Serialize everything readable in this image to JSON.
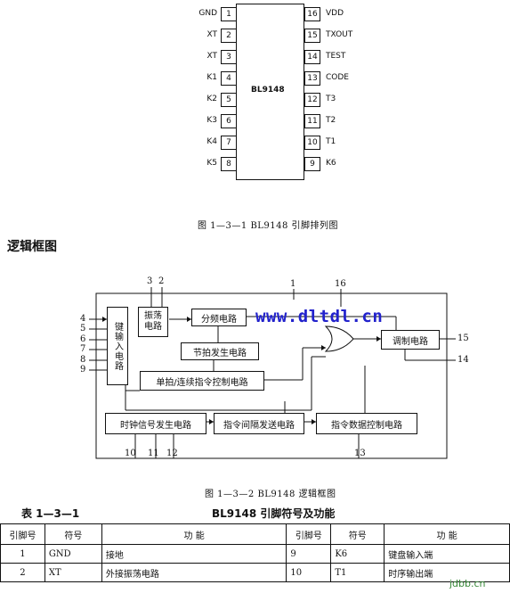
{
  "ic": {
    "name": "BL9148",
    "left_pins": [
      {
        "label": "GND",
        "num": "1"
      },
      {
        "label": "XT",
        "num": "2"
      },
      {
        "label": "XT",
        "num": "3"
      },
      {
        "label": "K1",
        "num": "4"
      },
      {
        "label": "K2",
        "num": "5"
      },
      {
        "label": "K3",
        "num": "6"
      },
      {
        "label": "K4",
        "num": "7"
      },
      {
        "label": "K5",
        "num": "8"
      }
    ],
    "right_pins": [
      {
        "label": "VDD",
        "num": "16"
      },
      {
        "label": "TXOUT",
        "num": "15"
      },
      {
        "label": "TEST",
        "num": "14"
      },
      {
        "label": "CODE",
        "num": "13"
      },
      {
        "label": "T3",
        "num": "12"
      },
      {
        "label": "T2",
        "num": "11"
      },
      {
        "label": "T1",
        "num": "10"
      },
      {
        "label": "K6",
        "num": "9"
      }
    ]
  },
  "caption1": "图 1—3—1 BL9148 引脚排列图",
  "section_heading": "逻辑框图",
  "block": {
    "key_input": "键输入电路",
    "oscillator": "振荡电路",
    "divider": "分频电路",
    "beat_gen": "节拍发生电路",
    "single_cont": "单拍/连续指令控制电路",
    "modulator": "调制电路",
    "clock_gen": "时钟信号发生电路",
    "interval_send": "指令间隔发送电路",
    "data_ctrl": "指令数据控制电路",
    "url": "www.dltdl.cn",
    "pin_nums": {
      "p1": "1",
      "p2": "2",
      "p3": "3",
      "p16": "16",
      "p4": "4",
      "p5": "5",
      "p6": "6",
      "p7": "7",
      "p8": "8",
      "p9": "9",
      "p15": "15",
      "p14": "14",
      "p10": "10",
      "p11": "11",
      "p12": "12",
      "p13": "13"
    }
  },
  "caption2": "图 1—3—2 BL9148 逻辑框图",
  "table_label": "表 1—3—1",
  "table_title": "BL9148 引脚符号及功能",
  "table": {
    "headers": [
      "引脚号",
      "符号",
      "功 能",
      "引脚号",
      "符号",
      "功 能"
    ],
    "rows": [
      [
        "1",
        "GND",
        "接地",
        "9",
        "K6",
        "键盘输入端"
      ],
      [
        "2",
        "XT",
        "外接振荡电路",
        "10",
        "T1",
        "时序输出端"
      ]
    ]
  },
  "watermark": "jdbb.cn"
}
